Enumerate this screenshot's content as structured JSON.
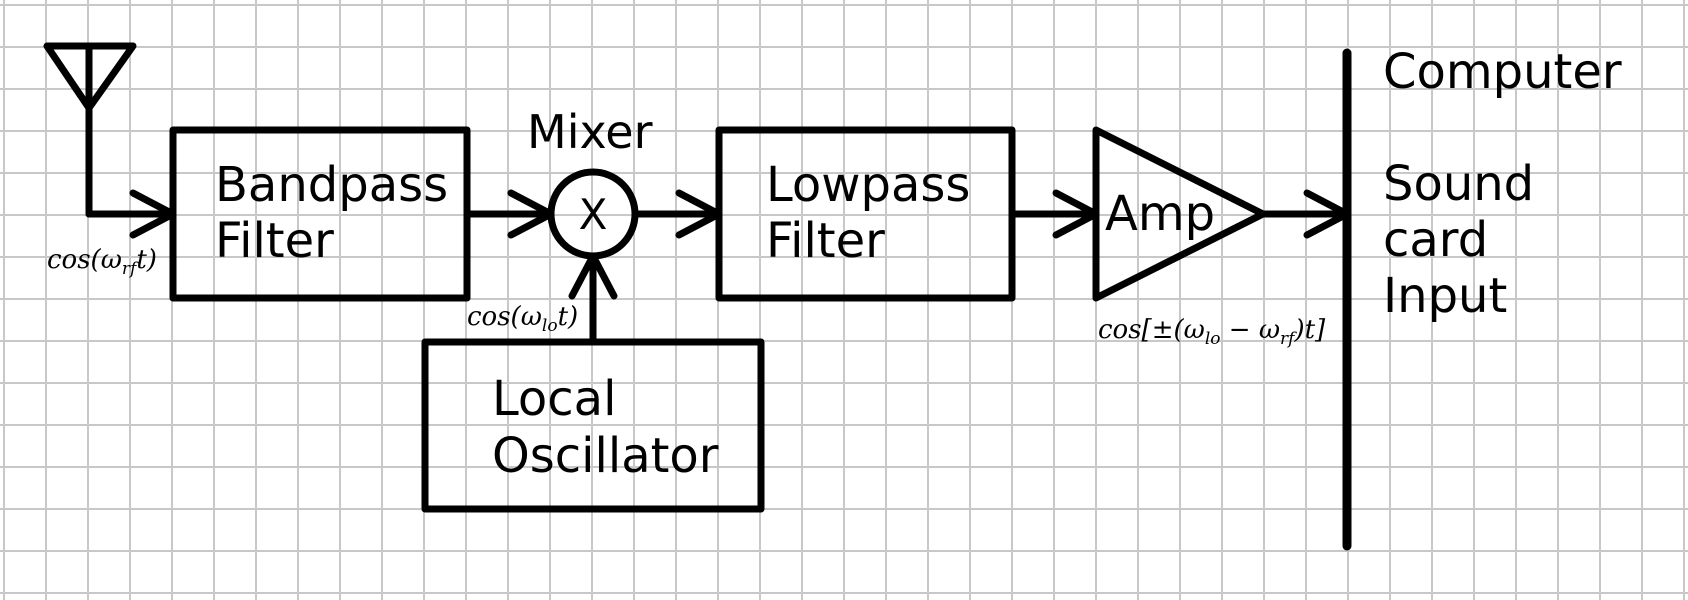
{
  "diagram": {
    "title": "Superheterodyne receiver block diagram",
    "antenna": {
      "icon": "antenna-icon"
    },
    "blocks": {
      "bandpass": {
        "line1": "Bandpass",
        "line2": "Filter"
      },
      "mixer": {
        "label": "Mixer",
        "symbol": "X"
      },
      "lowpass": {
        "line1": "Lowpass",
        "line2": "Filter"
      },
      "amp": {
        "label": "Amp"
      },
      "local_oscillator": {
        "line1": "Local",
        "line2": "Oscillator"
      },
      "computer": {
        "line1": "Computer",
        "line2": "Sound",
        "line3": "card",
        "line4": "Input"
      }
    },
    "signals": {
      "rf": {
        "prefix": "cos(ω",
        "sub": "rf",
        "suffix": "t)"
      },
      "lo": {
        "prefix": "cos(ω",
        "sub": "lo",
        "suffix": "t)"
      },
      "out": {
        "prefix": "cos[±(ω",
        "sub1": "lo",
        "mid": " − ω",
        "sub2": "rf",
        "suffix": ")t]"
      }
    },
    "colors": {
      "line": "#000000",
      "grid": "#c8c8c8",
      "background": "#ffffff"
    }
  }
}
